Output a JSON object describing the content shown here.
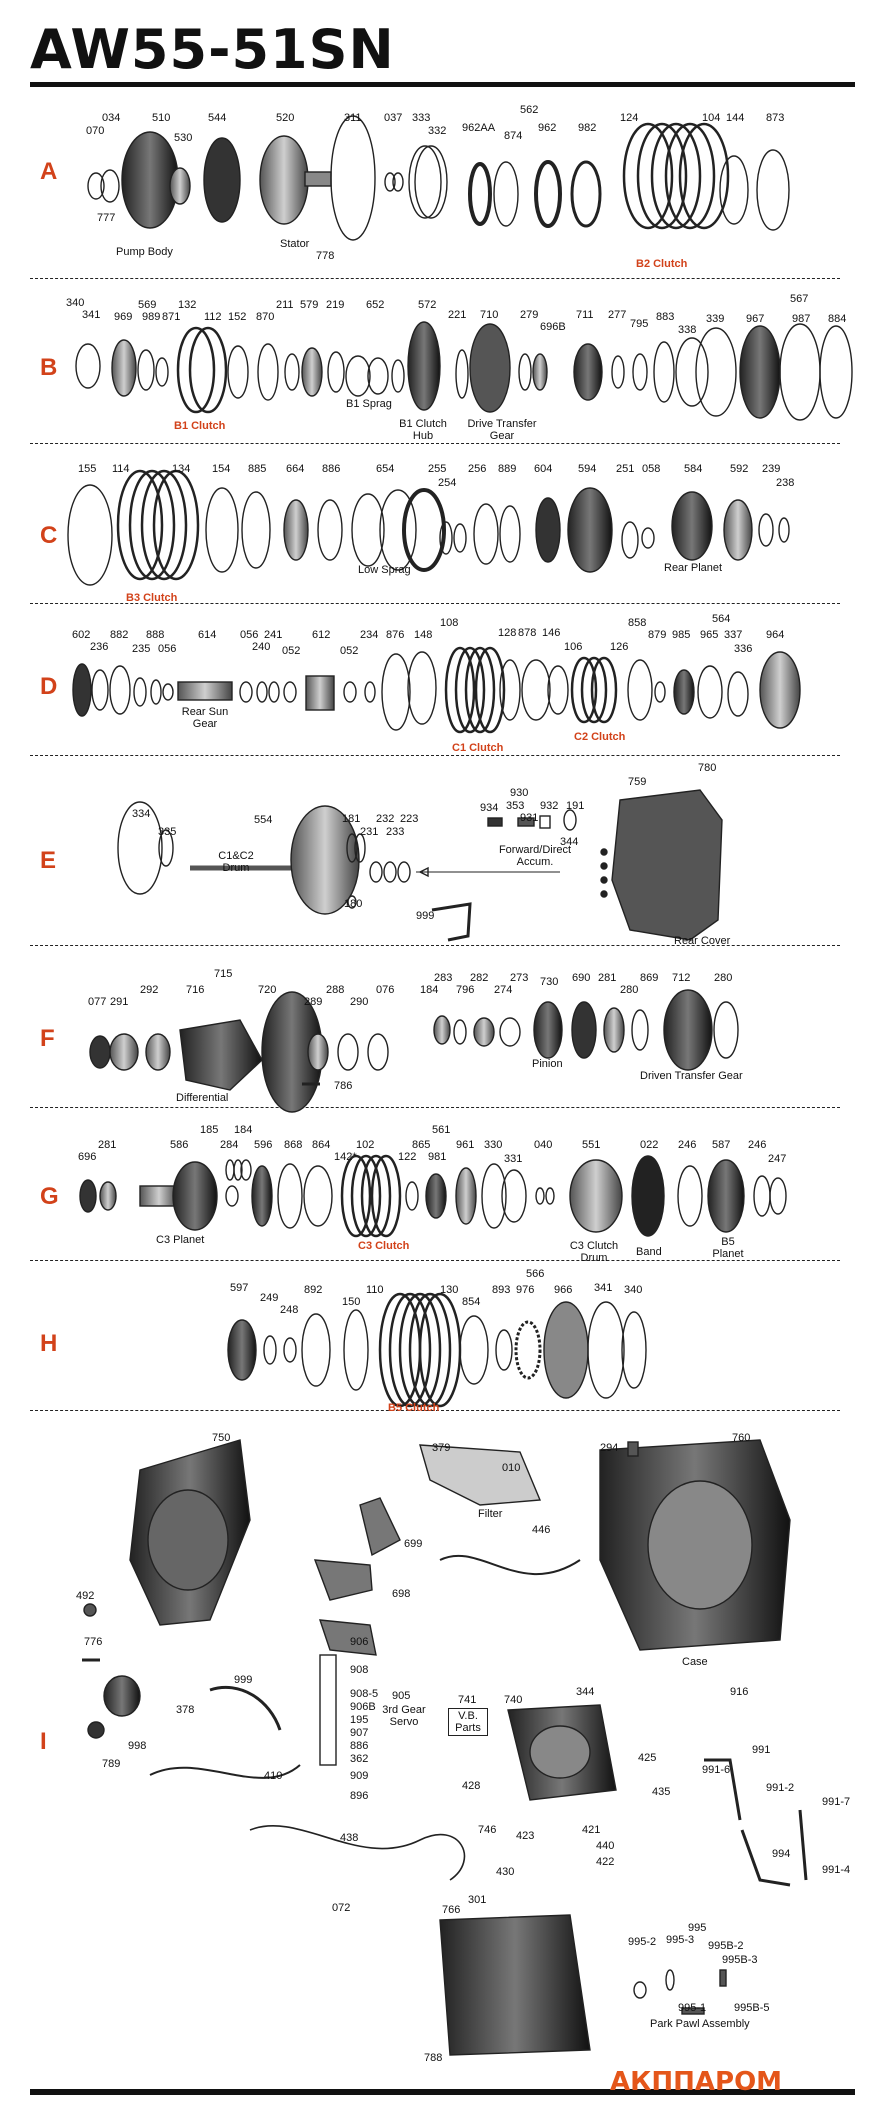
{
  "title": "AW55-51SN",
  "brand": "АКППАРОМ",
  "colors": {
    "accent": "#d2421a",
    "brand": "#e4561a",
    "ink": "#111111"
  },
  "sections": [
    {
      "id": "A",
      "numbers": [
        "070",
        "034",
        "510",
        "530",
        "544",
        "520",
        "311",
        "037",
        "333",
        "332",
        "962AA",
        "874",
        "962",
        "982",
        "124",
        "104",
        "144",
        "873",
        "777",
        "778"
      ],
      "group": "562",
      "labels": [
        "Pump Body",
        "Stator"
      ],
      "red_labels": [
        "B2 Clutch"
      ]
    },
    {
      "id": "B",
      "numbers": [
        "340",
        "341",
        "569",
        "969",
        "989",
        "871",
        "132",
        "112",
        "152",
        "870",
        "211",
        "579",
        "219",
        "652",
        "572",
        "221",
        "710",
        "279",
        "696B",
        "711",
        "277",
        "795",
        "883",
        "338",
        "339",
        "967",
        "987",
        "884"
      ],
      "group": "567",
      "labels": [
        "B1 Sprag",
        "B1 Clutch Hub",
        "Drive Transfer Gear"
      ],
      "red_labels": [
        "B1 Clutch"
      ]
    },
    {
      "id": "C",
      "numbers": [
        "155",
        "114",
        "134",
        "154",
        "885",
        "664",
        "886",
        "654",
        "255",
        "254",
        "256",
        "889",
        "604",
        "594",
        "251",
        "058",
        "584",
        "592",
        "239",
        "238"
      ],
      "labels": [
        "Low Sprag",
        "Rear Planet"
      ],
      "red_labels": [
        "B3 Clutch"
      ]
    },
    {
      "id": "D",
      "numbers": [
        "602",
        "236",
        "882",
        "888",
        "235",
        "056",
        "614",
        "056",
        "241",
        "240",
        "052",
        "612",
        "052",
        "234",
        "876",
        "148",
        "108",
        "128",
        "878",
        "146",
        "106",
        "126",
        "858",
        "879",
        "985",
        "965",
        "337",
        "336",
        "964"
      ],
      "group": "564",
      "labels": [
        "Rear Sun Gear"
      ],
      "red_labels": [
        "C1 Clutch",
        "C2 Clutch"
      ]
    },
    {
      "id": "E",
      "numbers": [
        "334",
        "335",
        "554",
        "181",
        "231",
        "232",
        "233",
        "223",
        "180",
        "930",
        "934",
        "353",
        "931",
        "932",
        "191",
        "344",
        "759",
        "780",
        "999"
      ],
      "labels": [
        "C1&C2 Drum",
        "Forward/Direct Accum.",
        "Rear Cover"
      ],
      "red_labels": []
    },
    {
      "id": "F",
      "numbers": [
        "077",
        "291",
        "292",
        "716",
        "720",
        "288",
        "289",
        "290",
        "076",
        "786",
        "283",
        "184",
        "796",
        "282",
        "274",
        "273",
        "730",
        "690",
        "281",
        "280",
        "869",
        "712",
        "280"
      ],
      "group": "715",
      "labels": [
        "Differential",
        "Pinion",
        "Driven Transfer Gear"
      ],
      "red_labels": []
    },
    {
      "id": "G",
      "numbers": [
        "696",
        "281",
        "586",
        "185",
        "284",
        "184",
        "596",
        "868",
        "864",
        "102",
        "142*",
        "122",
        "865",
        "981",
        "961",
        "330",
        "331",
        "040",
        "551",
        "022",
        "246",
        "587",
        "246",
        "247"
      ],
      "group": "561",
      "labels": [
        "C3 Planet",
        "C3 Clutch Drum",
        "Band",
        "B5 Planet"
      ],
      "red_labels": [
        "C3 Clutch"
      ]
    },
    {
      "id": "H",
      "numbers": [
        "597",
        "249",
        "248",
        "892",
        "150",
        "110",
        "130",
        "854",
        "893",
        "976",
        "966",
        "341",
        "340"
      ],
      "group": "566",
      "labels": [],
      "red_labels": [
        "B5 Clutch"
      ]
    },
    {
      "id": "I",
      "numbers": [
        "750",
        "379",
        "010",
        "294",
        "760",
        "699",
        "446",
        "698",
        "492",
        "776",
        "999",
        "378",
        "998",
        "789",
        "410",
        "906",
        "908",
        "908-5",
        "906B",
        "195",
        "907",
        "886",
        "362",
        "909",
        "896",
        "905",
        "741",
        "740",
        "344",
        "428",
        "425",
        "435",
        "746",
        "423",
        "421",
        "440",
        "422",
        "430",
        "991",
        "991-6",
        "991-2",
        "991-7",
        "994",
        "991-4",
        "916",
        "438",
        "072",
        "766",
        "301",
        "788",
        "995",
        "995-2",
        "995-3",
        "995B-2",
        "995B-3",
        "995-1",
        "995B-5"
      ],
      "labels": [
        "Filter",
        "Case",
        "3rd Gear Servo",
        "V.B. Parts",
        "Park Pawl Assembly"
      ],
      "red_labels": []
    }
  ]
}
